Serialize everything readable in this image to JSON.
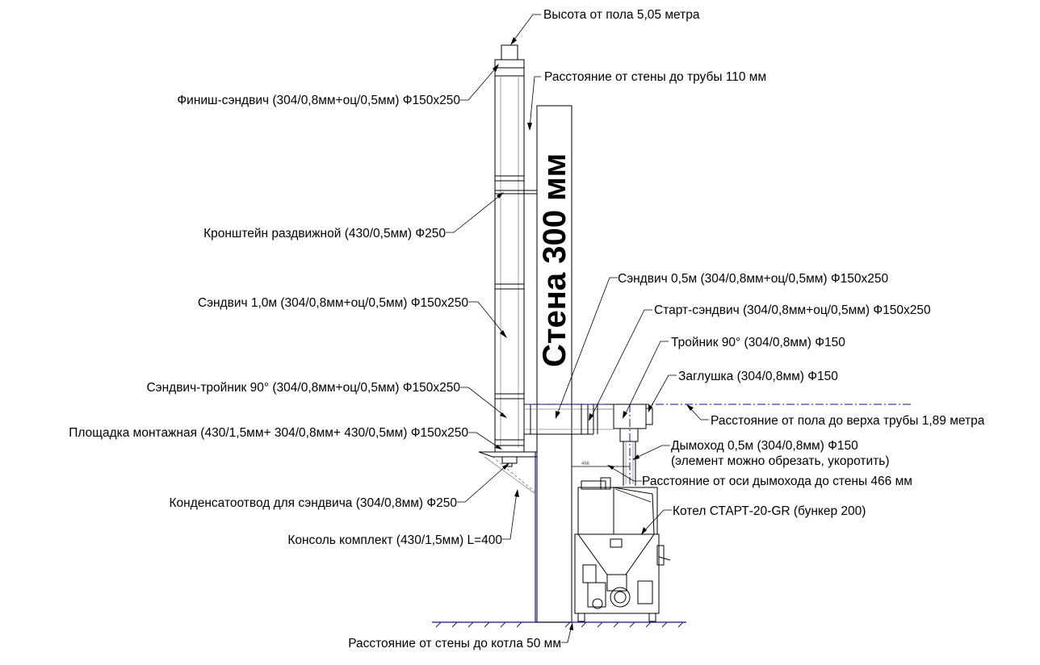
{
  "wall": {
    "label": "Стена 300 мм"
  },
  "labels": {
    "height_from_floor": "Высота от пола 5,05 метра",
    "wall_to_pipe": "Расстояние от стены до трубы 110 мм",
    "finish_sandwich": "Финиш-сэндвич (304/0,8мм+оц/0,5мм) Ф150х250",
    "bracket": "Кронштейн раздвижной (430/0,5мм) Ф250",
    "sandwich_1m": "Сэндвич 1,0м (304/0,8мм+оц/0,5мм) Ф150х250",
    "sandwich_tee": "Сэндвич-тройник 90° (304/0,8мм+оц/0,5мм) Ф150х250",
    "mount_platform": "Площадка монтажная (430/1,5мм+ 304/0,8мм+ 430/0,5мм) Ф150х250",
    "condensate": "Конденсатоотвод для сэндвича (304/0,8мм) Ф250",
    "console": "Консоль комплект (430/1,5мм) L=400",
    "wall_to_boiler": "Расстояние от стены до котла 50 мм",
    "sandwich_05m": "Сэндвич 0,5м (304/0,8мм+оц/0,5мм) Ф150х250",
    "start_sandwich": "Старт-сэндвич (304/0,8мм+оц/0,5мм) Ф150х250",
    "tee_90": "Тройник 90° (304/0,8мм) Ф150",
    "plug": "Заглушка (304/0,8мм) Ф150",
    "floor_to_pipe_top": "Расстояние от пола до верха трубы 1,89 метра",
    "flue_05m": "Дымоход 0,5м (304/0,8мм) Ф150",
    "flue_note": "(элемент можно обрезать, укоротить)",
    "axis_to_wall": "Расстояние от оси дымохода до стены 466 мм",
    "boiler": "Котел СТАРТ-20-GR (бункер 200)"
  },
  "colors": {
    "lines": "#000000",
    "axis_lines": "#1010a0",
    "hidden_lines": "#8a8a8a"
  }
}
